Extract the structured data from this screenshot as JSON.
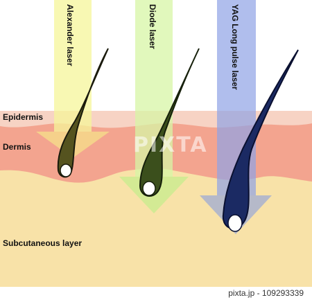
{
  "layers": {
    "epidermis": "Epidermis",
    "dermis": "Dermis",
    "subcutaneous": "Subcutaneous layer"
  },
  "lasers": [
    {
      "name": "Alexander laser",
      "color": "#f6f59a"
    },
    {
      "name": "Diode laser",
      "color": "#d7f5a6"
    },
    {
      "name": "YAG Long pulse laser",
      "color": "#8fa3e6"
    }
  ],
  "colors": {
    "epidermis": "#f7d3c4",
    "dermis": "#f3a48f",
    "subcutaneous": "#f8e2a8",
    "hair_1": "#55531f",
    "hair_2": "#3b4f1c",
    "hair_3": "#1b2a63"
  },
  "watermark": "PIXTA",
  "footer": {
    "id": "109293339"
  }
}
